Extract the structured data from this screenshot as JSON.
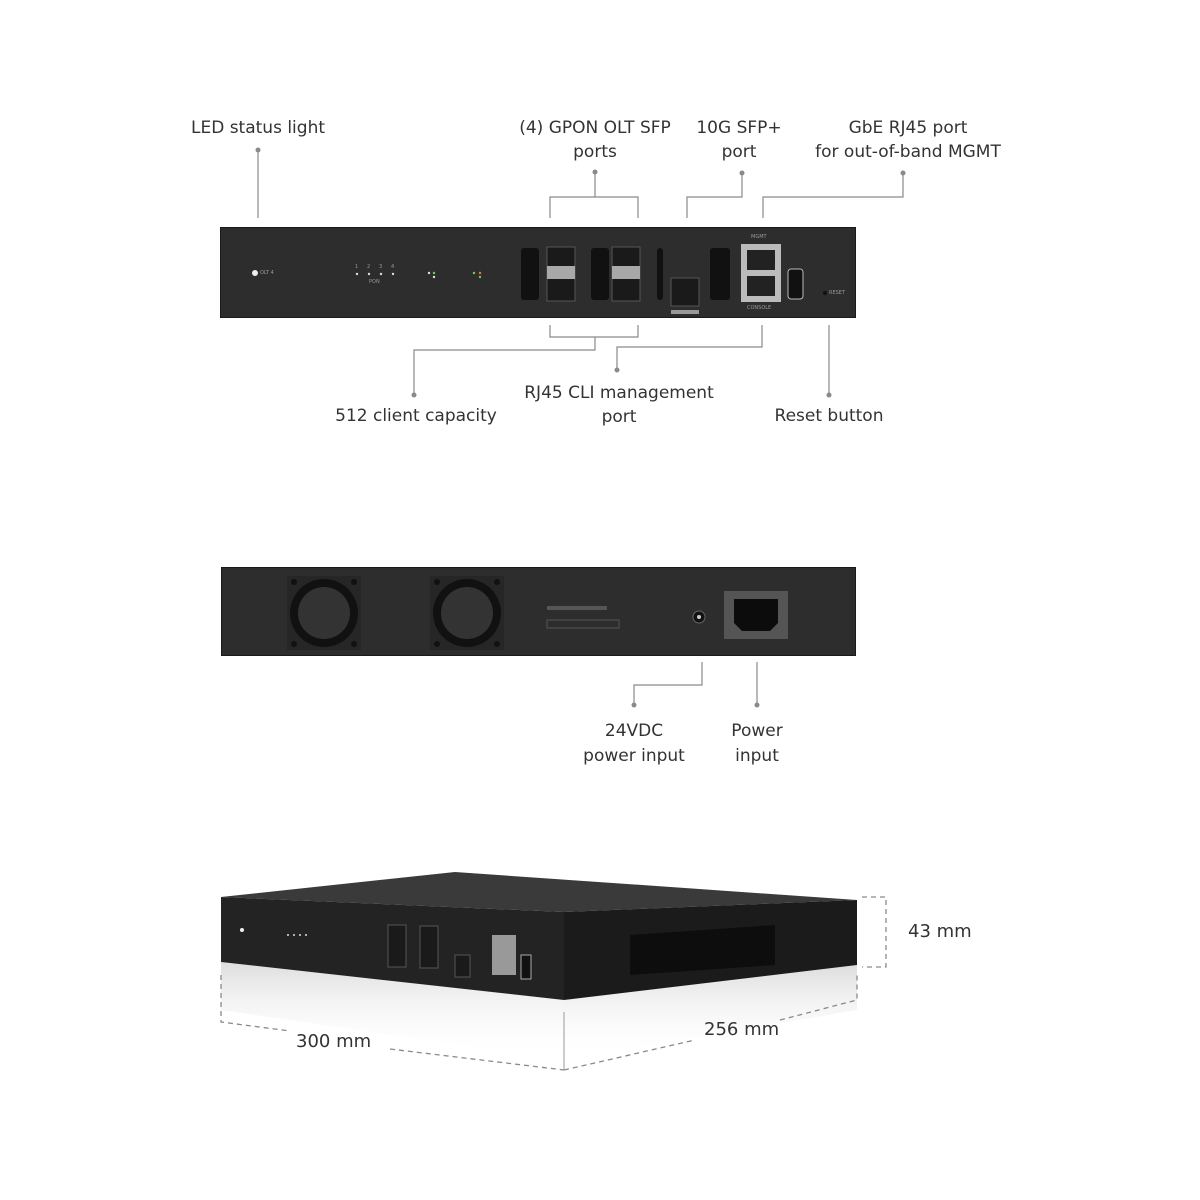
{
  "callouts": {
    "led": "LED status light",
    "gpon_1": "(4) GPON OLT SFP",
    "gpon_2": "ports",
    "sfp_1": "10G SFP+",
    "sfp_2": "port",
    "mgmt_1": "GbE RJ45 port",
    "mgmt_2": "for out-of-band MGMT",
    "capacity": "512 client capacity",
    "cli_1": "RJ45 CLI management",
    "cli_2": "port",
    "reset": "Reset button",
    "dc_1": "24VDC",
    "dc_2": "power input",
    "ac_1": "Power",
    "ac_2": "input"
  },
  "front_panel": {
    "model": "OLT 4",
    "pon_numbers": [
      "1",
      "2",
      "3",
      "4"
    ],
    "pon_label": "PON",
    "mgmt_label": "MGMT",
    "console_label": "CONSOLE",
    "reset_label": "RESET"
  },
  "dimensions": {
    "height": "43 mm",
    "width": "300 mm",
    "depth": "256 mm"
  }
}
